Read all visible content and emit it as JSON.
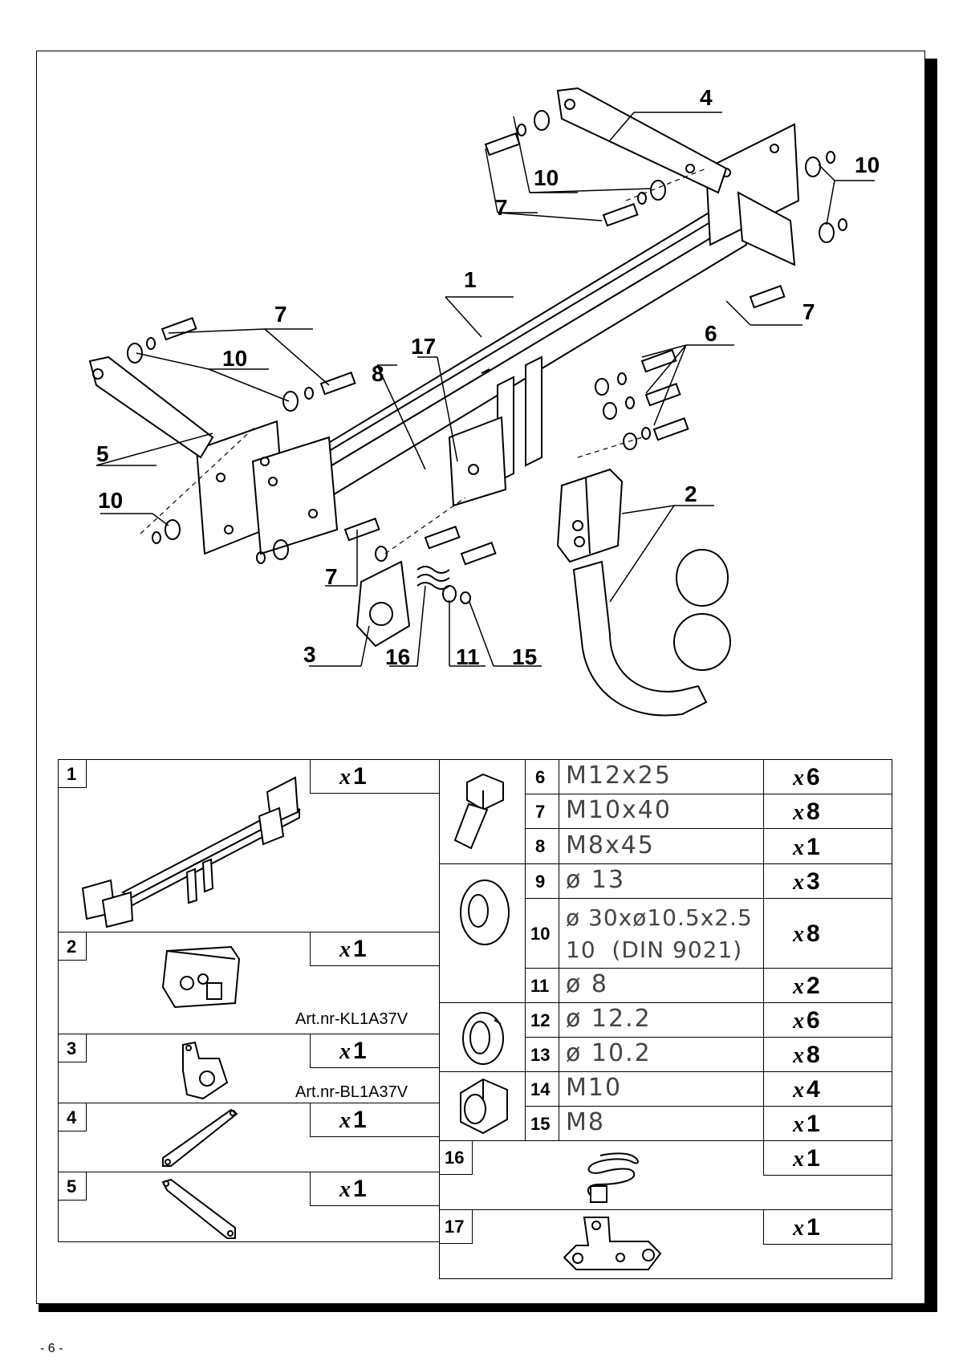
{
  "page_number": "- 6 -",
  "diagram": {
    "callouts": [
      {
        "id": "c1",
        "text": "1"
      },
      {
        "id": "c2",
        "text": "2"
      },
      {
        "id": "c3",
        "text": "3"
      },
      {
        "id": "c4",
        "text": "4"
      },
      {
        "id": "c5",
        "text": "5"
      },
      {
        "id": "c6",
        "text": "6"
      },
      {
        "id": "c7a",
        "text": "7"
      },
      {
        "id": "c7b",
        "text": "7"
      },
      {
        "id": "c7c",
        "text": "7"
      },
      {
        "id": "c7d",
        "text": "7"
      },
      {
        "id": "c8",
        "text": "8"
      },
      {
        "id": "c10a",
        "text": "10"
      },
      {
        "id": "c10b",
        "text": "10"
      },
      {
        "id": "c10c",
        "text": "10"
      },
      {
        "id": "c10d",
        "text": "10"
      },
      {
        "id": "c11",
        "text": "11"
      },
      {
        "id": "c15",
        "text": "15"
      },
      {
        "id": "c16",
        "text": "16"
      },
      {
        "id": "c17",
        "text": "17"
      }
    ]
  },
  "parts_left": [
    {
      "num": "1",
      "qty": "1"
    },
    {
      "num": "2",
      "qty": "1",
      "art": "Art.nr-KL1A37V"
    },
    {
      "num": "3",
      "qty": "1",
      "art": "Art.nr-BL1A37V"
    },
    {
      "num": "4",
      "qty": "1"
    },
    {
      "num": "5",
      "qty": "1"
    }
  ],
  "parts_right": [
    {
      "num": "6",
      "spec": "M12x25",
      "qty": "6"
    },
    {
      "num": "7",
      "spec": "M10x40",
      "qty": "8"
    },
    {
      "num": "8",
      "spec": "M8x45",
      "qty": "1"
    },
    {
      "num": "9",
      "spec": "ø 13",
      "qty": "3"
    },
    {
      "num": "10",
      "spec": "ø 30xø10.5x2.5",
      "spec2": "10  (DIN 9021)",
      "qty": "8"
    },
    {
      "num": "11",
      "spec": "ø 8",
      "qty": "2"
    },
    {
      "num": "12",
      "spec": "ø 12.2",
      "qty": "6"
    },
    {
      "num": "13",
      "spec": "ø 10.2",
      "qty": "8"
    },
    {
      "num": "14",
      "spec": "M10",
      "qty": "4"
    },
    {
      "num": "15",
      "spec": "M8",
      "qty": "1"
    },
    {
      "num": "16",
      "qty": "1"
    },
    {
      "num": "17",
      "qty": "1"
    }
  ],
  "qty_prefix": "x",
  "icons": [
    "crossbar-icon",
    "wiring-socket-icon",
    "socket-plate-icon",
    "bracket-icon",
    "bolt-icon",
    "washer-icon",
    "spring-washer-icon",
    "nut-icon",
    "spring-icon",
    "plate-17-icon",
    "tow-ball-icon"
  ]
}
